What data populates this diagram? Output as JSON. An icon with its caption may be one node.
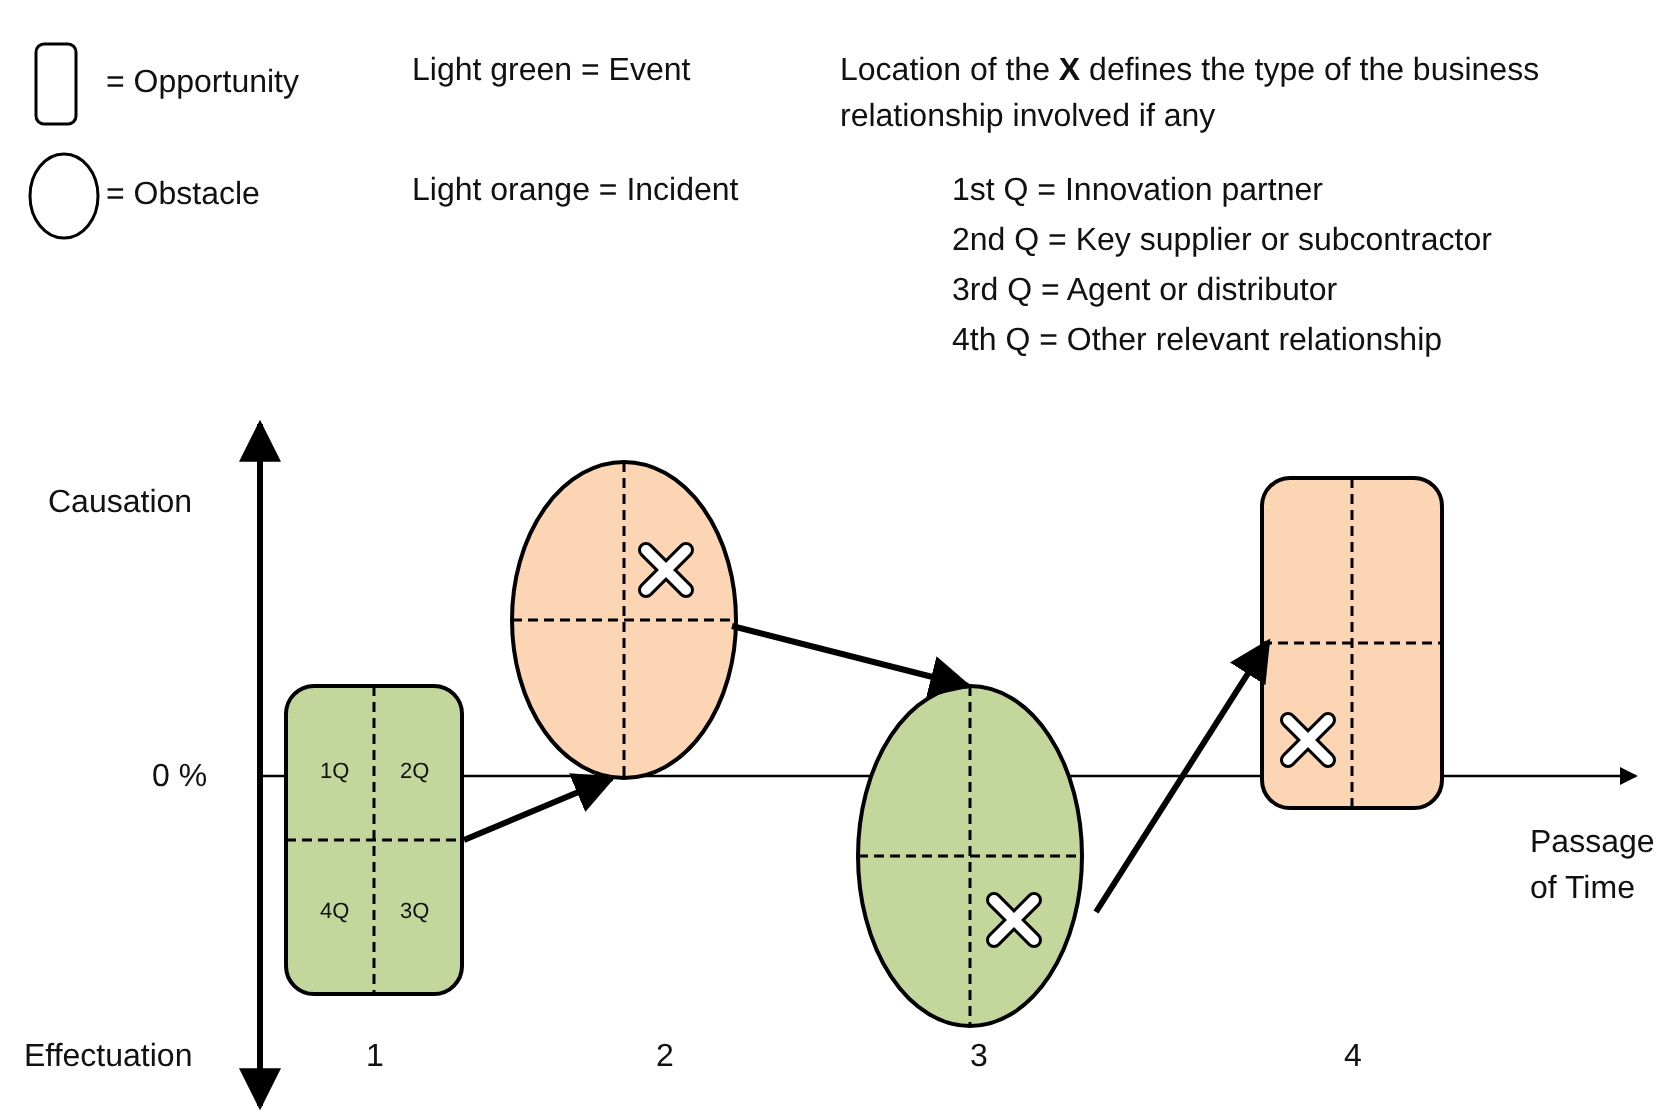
{
  "diagram": {
    "nodes": [
      {
        "text": [
          "1Q",
          "2Q",
          "4Q",
          "3Q"
        ]
      },
      {
        "text": [],
        "shape": "circle"
      },
      {
        "text": [],
        "shape": "circle"
      },
      {
        "text": [],
        "shape": "box"
      }
    ],
    "edges": [
      {
        "from": 0,
        "to": 1,
        "arrow": "to"
      },
      {
        "from": 1,
        "to": 2,
        "arrow": "to"
      },
      {
        "from": 2,
        "to": 3,
        "arrow": "to"
      }
    ],
    "labels": [
      "Light green = Event",
      "Location of the **X** defines the type of the business relationship involved if any",
      "Light orange = Incident",
      "1st Q = Innovation partner",
      "2nd Q = Key supplier or subcontractor",
      "3rd Q = Agent or distributor",
      "4th Q = Other relevant relationship",
      "Causation",
      "0 %",
      "Passage of Time",
      "Effectuation",
      "1",
      "2",
      "3",
      "4"
    ],
    "legend": [
      {
        "text": "= Opportunity"
      },
      {
        "text": "= Obstacle"
      }
    ]
  }
}
